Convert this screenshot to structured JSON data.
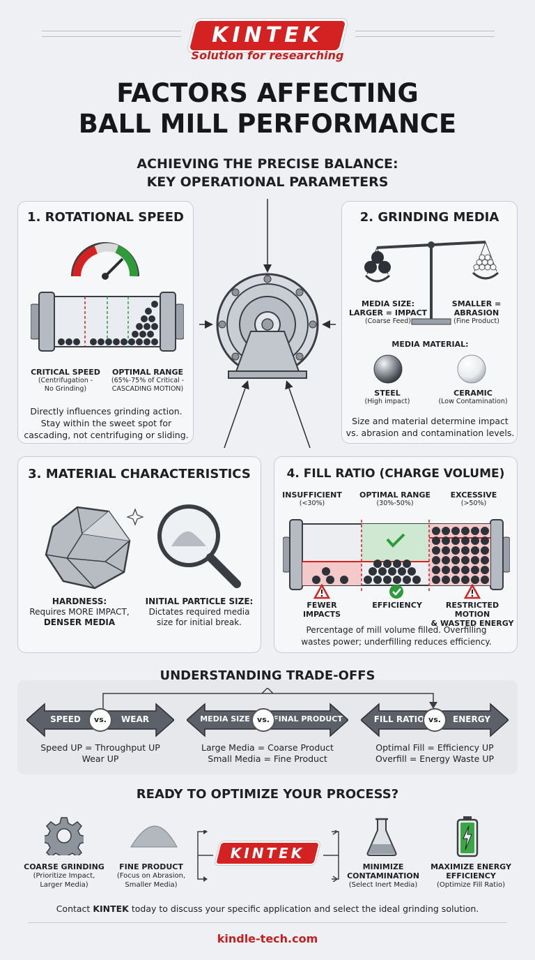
{
  "brand": {
    "logo": "KINTEK",
    "tagline": "Solution for researching"
  },
  "title": {
    "line1": "FACTORS AFFECTING",
    "line2": "BALL MILL PERFORMANCE"
  },
  "subtitle": {
    "line1": "ACHIEVING THE PRECISE BALANCE:",
    "line2": "KEY OPERATIONAL PARAMETERS"
  },
  "card1": {
    "title": "1. ROTATIONAL SPEED",
    "critical_label": "CRITICAL SPEED",
    "critical_sub1": "(Centrifugation -",
    "critical_sub2": "No Grinding)",
    "optimal_label": "OPTIMAL RANGE",
    "optimal_sub1": "(65%-75% of Critical -",
    "optimal_sub2": "CASCADING MOTION)",
    "desc1": "Directly influences grinding action.",
    "desc2": "Stay within the sweet spot for",
    "desc3": "cascading, not centrifuging or sliding."
  },
  "card2": {
    "title": "2. GRINDING MEDIA",
    "size_left1": "MEDIA SIZE:",
    "size_left2": "LARGER = IMPACT",
    "size_left_sub": "(Coarse Feed)",
    "size_right1": "SMALLER =",
    "size_right2": "ABRASION",
    "size_right_sub": "(Fine Product)",
    "material_heading": "MEDIA MATERIAL:",
    "steel": "STEEL",
    "steel_sub": "(High impact)",
    "ceramic": "CERAMIC",
    "ceramic_sub": "(Low Contamination)",
    "desc1": "Size and material determine impact",
    "desc2": "vs. abrasion and contamination levels."
  },
  "card3": {
    "title": "3. MATERIAL CHARACTERISTICS",
    "hardness1": "HARDNESS:",
    "hardness2": "Requires MORE IMPACT,",
    "hardness3": "DENSER MEDIA",
    "particle1": "INITIAL PARTICLE SIZE:",
    "particle2": "Dictates required media",
    "particle3": "size for initial break."
  },
  "card4": {
    "title": "4. FILL RATIO (CHARGE VOLUME)",
    "insufficient": "INSUFFICIENT",
    "insufficient_sub": "(<30%)",
    "optimal": "OPTIMAL RANGE",
    "optimal_sub": "(30%-50%)",
    "excessive": "EXCESSIVE",
    "excessive_sub": "(>50%)",
    "fewer1": "FEWER",
    "fewer2": "IMPACTS",
    "efficiency": "EFFICIENCY",
    "restricted1": "RESTRICTED MOTION",
    "restricted2": "& WASTED ENERGY",
    "desc1": "Percentage of mill volume filled. Overfilling",
    "desc2": "wastes power; underfilling reduces efficiency."
  },
  "tradeoffs": {
    "title": "UNDERSTANDING TRADE-OFFS",
    "vs": "vs.",
    "items": [
      {
        "left": "SPEED",
        "right": "WEAR",
        "line1": "Speed UP = Throughput UP",
        "line2": "Wear UP"
      },
      {
        "left": "MEDIA SIZE",
        "right": "FINAL PRODUCT",
        "line1": "Large Media = Coarse Product",
        "line2": "Small Media = Fine Product"
      },
      {
        "left": "FILL RATIO",
        "right": "ENERGY",
        "line1": "Optimal Fill = Efficiency UP",
        "line2": "Overfill = Energy Waste UP"
      }
    ]
  },
  "cta": {
    "title": "READY TO OPTIMIZE YOUR PROCESS?",
    "items": [
      {
        "label": "COARSE GRINDING",
        "sub1": "(Prioritize Impact,",
        "sub2": "Larger Media)"
      },
      {
        "label": "FINE PRODUCT",
        "sub1": "(Focus on Abrasion,",
        "sub2": "Smaller Media)"
      },
      {
        "label": "MINIMIZE",
        "label2": "CONTAMINATION",
        "sub1": "(Select Inert Media)"
      },
      {
        "label": "MAXIMIZE ENERGY",
        "label2": "EFFICIENCY",
        "sub1": "(Optimize Fill Ratio)"
      }
    ],
    "logo": "KINTEK"
  },
  "contact": {
    "before": "Contact ",
    "brand": "KINTEK",
    "after": " today to discuss your specific application and select the ideal grinding solution."
  },
  "site": "kindle-tech.com",
  "colors": {
    "brand_red": "#d42121",
    "green": "#2f9a3a",
    "dark": "#1d1f23"
  }
}
